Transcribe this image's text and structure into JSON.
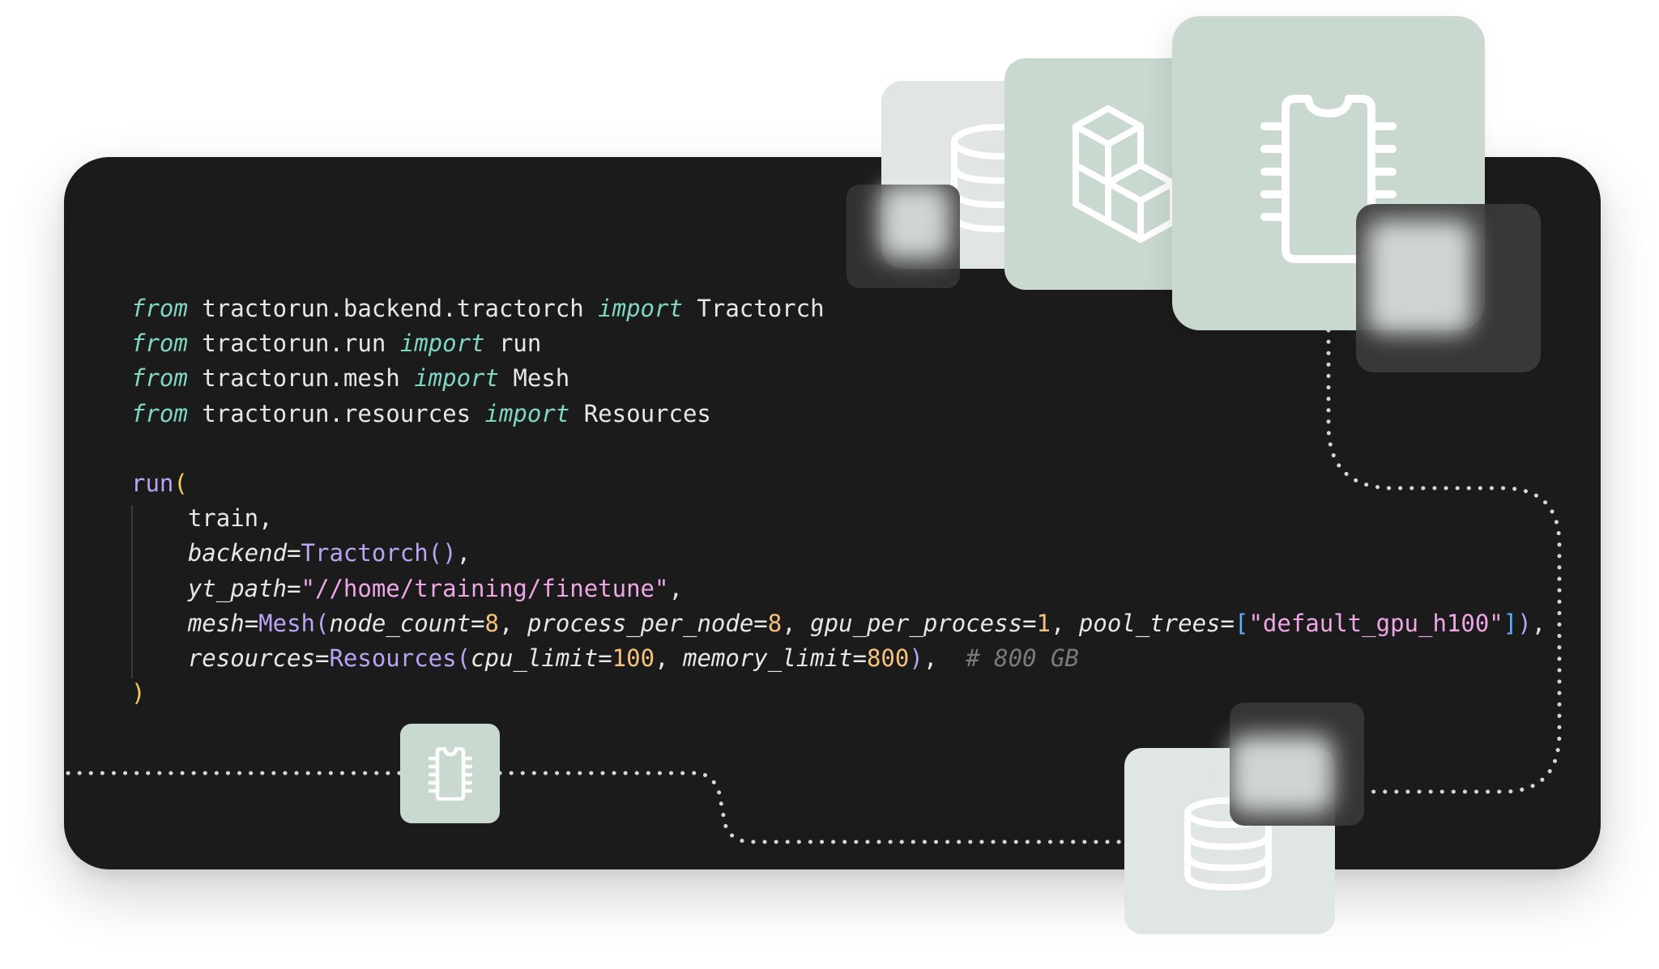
{
  "code": {
    "lines": [
      [
        {
          "t": "from",
          "c": "kw"
        },
        {
          "t": " tractorun.backend.tractorch "
        },
        {
          "t": "import",
          "c": "kw"
        },
        {
          "t": " Tractorch"
        }
      ],
      [
        {
          "t": "from",
          "c": "kw"
        },
        {
          "t": " tractorun.run "
        },
        {
          "t": "import",
          "c": "kw"
        },
        {
          "t": " run"
        }
      ],
      [
        {
          "t": "from",
          "c": "kw"
        },
        {
          "t": " tractorun.mesh "
        },
        {
          "t": "import",
          "c": "kw"
        },
        {
          "t": " Mesh"
        }
      ],
      [
        {
          "t": "from",
          "c": "kw"
        },
        {
          "t": " tractorun.resources "
        },
        {
          "t": "import",
          "c": "kw"
        },
        {
          "t": " Resources"
        }
      ],
      [],
      [
        {
          "t": "run",
          "c": "fn"
        },
        {
          "t": "(",
          "c": "pn"
        }
      ],
      [
        {
          "t": "    train,"
        }
      ],
      [
        {
          "t": "    "
        },
        {
          "t": "backend",
          "c": "pa"
        },
        {
          "t": "="
        },
        {
          "t": "Tractorch",
          "c": "fn"
        },
        {
          "t": "()",
          "c": "fn"
        },
        {
          "t": ","
        }
      ],
      [
        {
          "t": "    "
        },
        {
          "t": "yt_path",
          "c": "pa"
        },
        {
          "t": "="
        },
        {
          "t": "\"//home/training/finetune\"",
          "c": "st"
        },
        {
          "t": ","
        }
      ],
      [
        {
          "t": "    "
        },
        {
          "t": "mesh",
          "c": "pa"
        },
        {
          "t": "="
        },
        {
          "t": "Mesh",
          "c": "fn"
        },
        {
          "t": "(",
          "c": "fn"
        },
        {
          "t": "node_count",
          "c": "pa"
        },
        {
          "t": "="
        },
        {
          "t": "8",
          "c": "nu"
        },
        {
          "t": ", "
        },
        {
          "t": "process_per_node",
          "c": "pa"
        },
        {
          "t": "="
        },
        {
          "t": "8",
          "c": "nu"
        },
        {
          "t": ", "
        },
        {
          "t": "gpu_per_process",
          "c": "pa"
        },
        {
          "t": "="
        },
        {
          "t": "1",
          "c": "nu"
        },
        {
          "t": ", "
        },
        {
          "t": "pool_trees",
          "c": "pa"
        },
        {
          "t": "="
        },
        {
          "t": "[",
          "c": "br"
        },
        {
          "t": "\"default_gpu_h100\"",
          "c": "st"
        },
        {
          "t": "]",
          "c": "br"
        },
        {
          "t": ")",
          "c": "fn"
        },
        {
          "t": ","
        }
      ],
      [
        {
          "t": "    "
        },
        {
          "t": "resources",
          "c": "pa"
        },
        {
          "t": "="
        },
        {
          "t": "Resources",
          "c": "fn"
        },
        {
          "t": "(",
          "c": "fn"
        },
        {
          "t": "cpu_limit",
          "c": "pa"
        },
        {
          "t": "="
        },
        {
          "t": "100",
          "c": "nu"
        },
        {
          "t": ", "
        },
        {
          "t": "memory_limit",
          "c": "pa"
        },
        {
          "t": "="
        },
        {
          "t": "800",
          "c": "nu"
        },
        {
          "t": ")",
          "c": "fn"
        },
        {
          "t": ",  "
        },
        {
          "t": "# 800 GB",
          "c": "cm"
        }
      ],
      [
        {
          "t": ")",
          "c": "pn"
        }
      ]
    ]
  },
  "icons": {
    "top_left": "database-icon",
    "top_middle": "cubes-icon",
    "top_right": "chip-icon",
    "bottom_left": "chip-icon",
    "bottom_right": "database-icon"
  },
  "colors": {
    "panel": "#1b1b1b",
    "tile": "#c9d9d0",
    "keyword": "#7fd6c2",
    "function": "#b9a3f2",
    "string": "#f0a6e6",
    "number": "#f4c27a",
    "comment": "#7a7a7a"
  }
}
